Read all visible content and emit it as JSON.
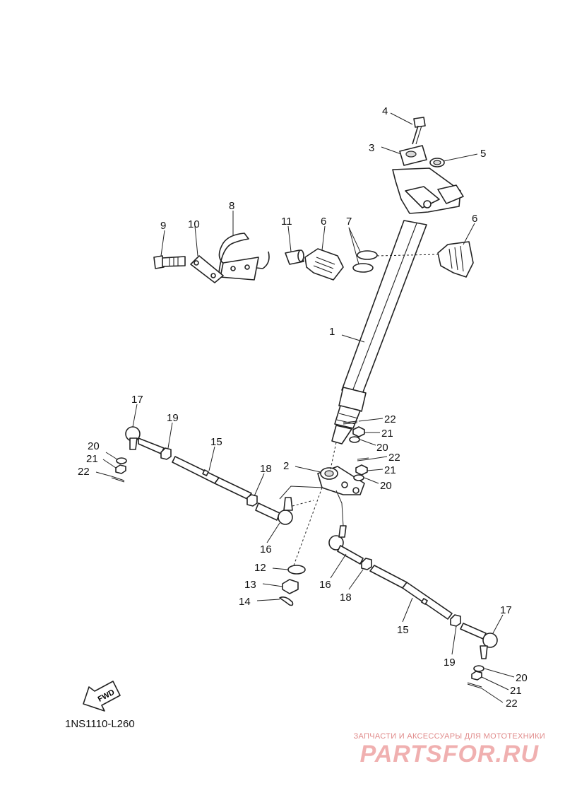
{
  "diagram": {
    "code": "1NS1110-L260",
    "fwd_label": "FWD",
    "callouts": {
      "p1": "1",
      "p2": "2",
      "p3": "3",
      "p4": "4",
      "p5": "5",
      "p6a": "6",
      "p6b": "6",
      "p7": "7",
      "p8": "8",
      "p9": "9",
      "p10": "10",
      "p11": "11",
      "p12": "12",
      "p13": "13",
      "p14": "14",
      "p15a": "15",
      "p15b": "15",
      "p16a": "16",
      "p16b": "16",
      "p17a": "17",
      "p17b": "17",
      "p18a": "18",
      "p18b": "18",
      "p19a": "19",
      "p19b": "19",
      "p20a": "20",
      "p20b": "20",
      "p20c": "20",
      "p20d": "20",
      "p21a": "21",
      "p21b": "21",
      "p21c": "21",
      "p21d": "21",
      "p22a": "22",
      "p22b": "22",
      "p22c": "22",
      "p22d": "22"
    }
  },
  "watermark": {
    "tagline": "ЗАПЧАСТИ И АКСЕССУАРЫ ДЛЯ МОТОТЕХНИКИ",
    "logo": "PARTSFOR.RU"
  }
}
